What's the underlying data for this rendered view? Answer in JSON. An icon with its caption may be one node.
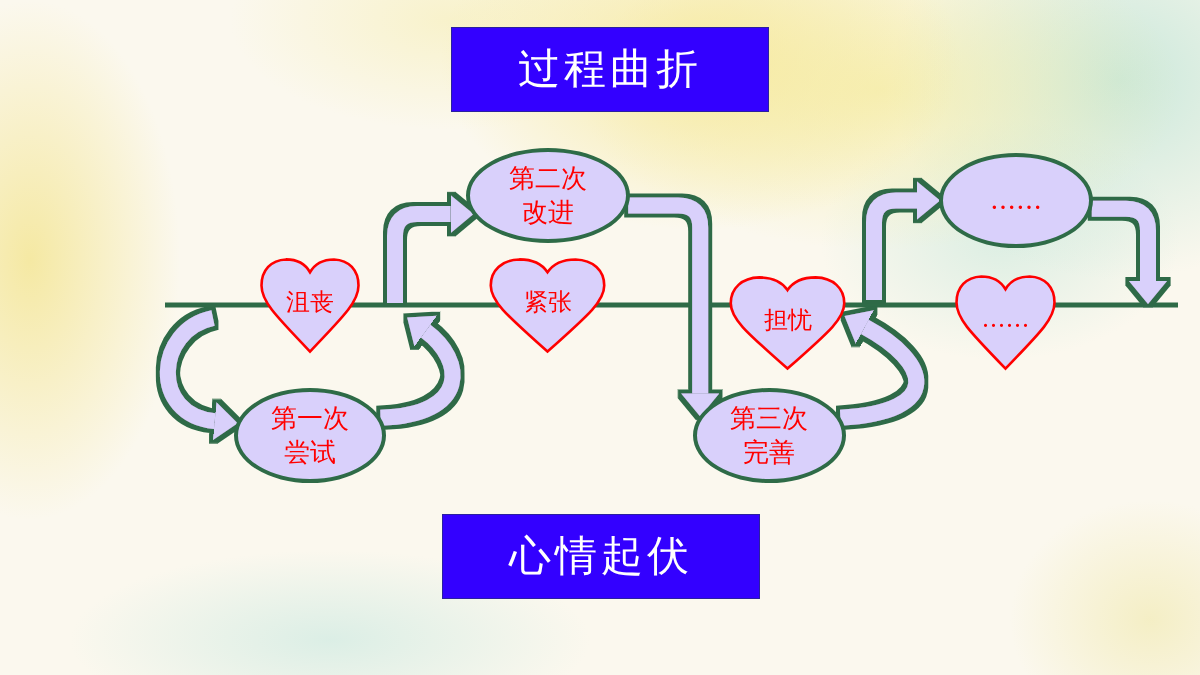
{
  "diagram": {
    "nodes": [
      {
        "text": [
          "过程曲折"
        ]
      },
      {
        "text": [
          "第二次改进"
        ]
      },
      {
        "text": [
          "……"
        ]
      },
      {
        "text": [
          "沮丧"
        ]
      },
      {
        "text": [
          "紧张"
        ]
      },
      {
        "text": [
          "担忧"
        ]
      },
      {
        "text": [
          "……"
        ]
      },
      {
        "text": [
          "第一次尝试"
        ]
      },
      {
        "text": [
          "第三次完善"
        ]
      },
      {
        "text": [
          "心情起伏"
        ]
      }
    ],
    "edges": [
      {
        "from": null,
        "to": 7,
        "arrow": "to"
      },
      {
        "from": 7,
        "to": null,
        "arrow": "to"
      },
      {
        "from": null,
        "to": 1,
        "arrow": "to"
      },
      {
        "from": 1,
        "to": 8,
        "arrow": "to"
      },
      {
        "from": 8,
        "to": 5,
        "arrow": "to"
      },
      {
        "from": null,
        "to": 2,
        "arrow": "to"
      },
      {
        "from": 2,
        "to": null,
        "arrow": "to"
      }
    ]
  }
}
